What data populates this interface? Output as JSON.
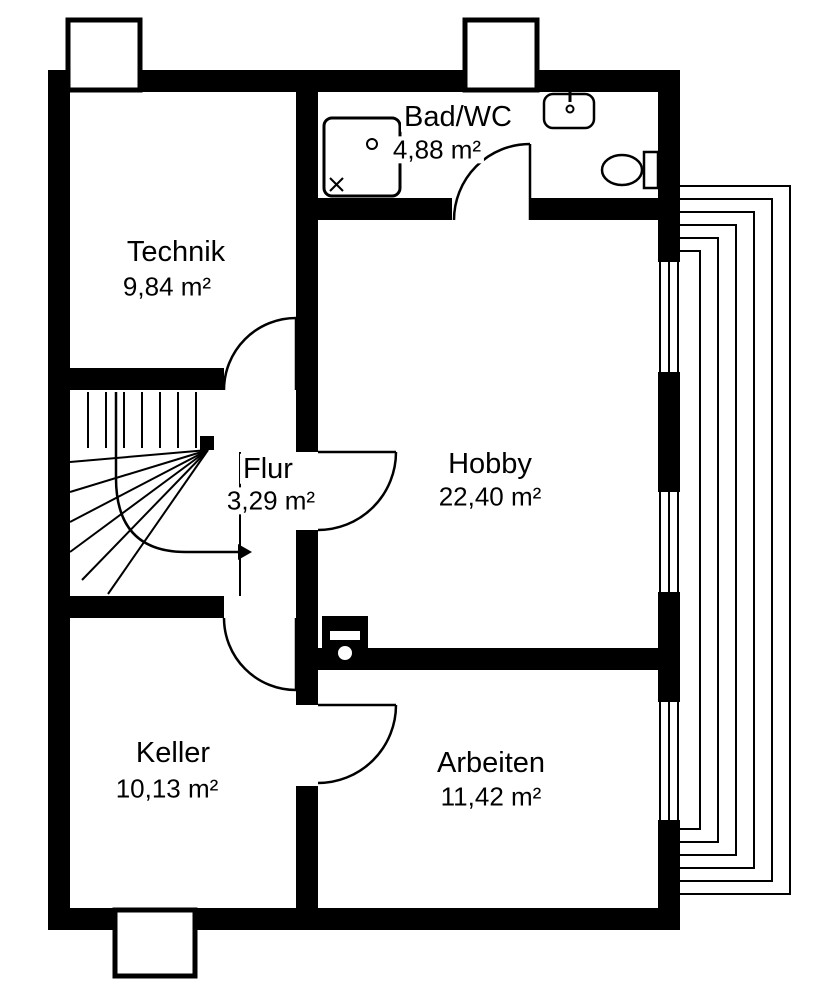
{
  "plan_type": "basement-floor-plan",
  "rooms": {
    "bad_wc": {
      "name": "Bad/WC",
      "area": "4,88 m²"
    },
    "technik": {
      "name": "Technik",
      "area": "9,84 m²"
    },
    "hobby": {
      "name": "Hobby",
      "area": "22,40 m²"
    },
    "flur": {
      "name": "Flur",
      "area": "3,29 m²"
    },
    "keller": {
      "name": "Keller",
      "area": "10,13 m²"
    },
    "arbeiten": {
      "name": "Arbeiten",
      "area": "11,42 m²"
    }
  },
  "fixtures": {
    "shower": "shower-tray",
    "washbasin": "washbasin",
    "toilet": "toilet",
    "staircase": "winder-staircase-with-up-arrow",
    "chimney_block": "chimney-block-with-cleanout",
    "exterior": "exterior-step-lines"
  },
  "colors": {
    "wall": "#000000",
    "floor": "#ffffff",
    "line": "#000000",
    "text": "#000000"
  }
}
